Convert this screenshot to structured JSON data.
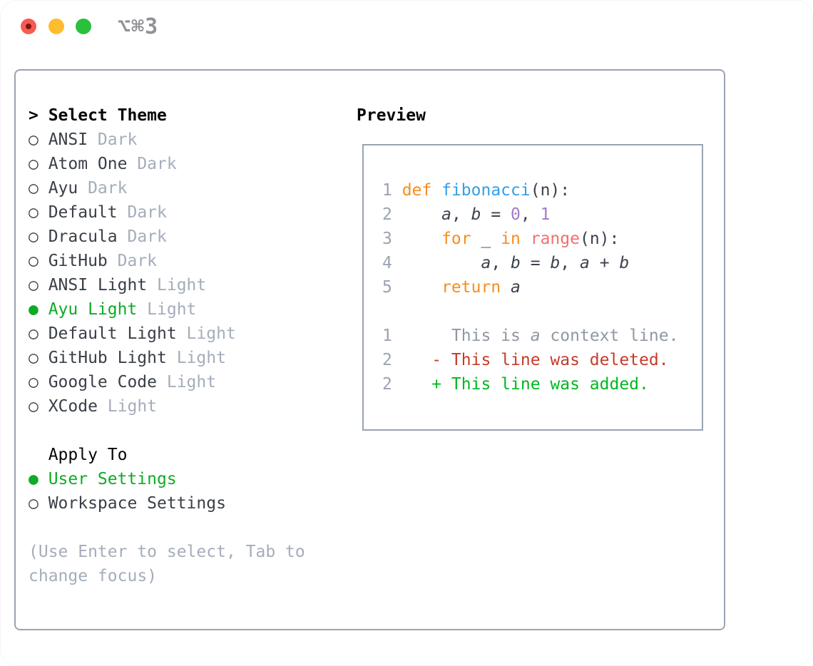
{
  "titlebar": {
    "shortcut": "⌥⌘3",
    "buttons": [
      "close",
      "minimize",
      "zoom"
    ]
  },
  "theme_list": {
    "header_marker": ">",
    "header": "Select Theme",
    "markers": {
      "selected": "●",
      "unselected": "○"
    },
    "items": [
      {
        "label": "ANSI",
        "variant": "Dark",
        "selected": false
      },
      {
        "label": "Atom One",
        "variant": "Dark",
        "selected": false
      },
      {
        "label": "Ayu",
        "variant": "Dark",
        "selected": false
      },
      {
        "label": "Default",
        "variant": "Dark",
        "selected": false
      },
      {
        "label": "Dracula",
        "variant": "Dark",
        "selected": false
      },
      {
        "label": "GitHub",
        "variant": "Dark",
        "selected": false
      },
      {
        "label": "ANSI Light",
        "variant": "Light",
        "selected": false
      },
      {
        "label": "Ayu Light",
        "variant": "Light",
        "selected": true
      },
      {
        "label": "Default Light",
        "variant": "Light",
        "selected": false
      },
      {
        "label": "GitHub Light",
        "variant": "Light",
        "selected": false
      },
      {
        "label": "Google Code",
        "variant": "Light",
        "selected": false
      },
      {
        "label": "XCode",
        "variant": "Light",
        "selected": false
      }
    ]
  },
  "apply_to": {
    "header": "Apply To",
    "options": [
      {
        "label": "User Settings",
        "selected": true
      },
      {
        "label": "Workspace Settings",
        "selected": false
      }
    ]
  },
  "hint_lines": [
    "(Use Enter to select, Tab to",
    "change focus)"
  ],
  "preview": {
    "header": "Preview",
    "lines": [
      {
        "num": "1",
        "segments": [
          {
            "t": "def",
            "c": "kw"
          },
          {
            "t": " "
          },
          {
            "t": "fibonacci",
            "c": "fn"
          },
          {
            "t": "(n):"
          }
        ]
      },
      {
        "num": "2",
        "segments": [
          {
            "t": "    "
          },
          {
            "t": "a",
            "i": 1
          },
          {
            "t": ", "
          },
          {
            "t": "b",
            "i": 1
          },
          {
            "t": " = "
          },
          {
            "t": "0",
            "c": "num"
          },
          {
            "t": ", "
          },
          {
            "t": "1",
            "c": "num"
          }
        ]
      },
      {
        "num": "3",
        "segments": [
          {
            "t": "    "
          },
          {
            "t": "for",
            "c": "kw"
          },
          {
            "t": " _ "
          },
          {
            "t": "in",
            "c": "kw"
          },
          {
            "t": " "
          },
          {
            "t": "range",
            "c": "call"
          },
          {
            "t": "(n):"
          }
        ]
      },
      {
        "num": "4",
        "segments": [
          {
            "t": "        "
          },
          {
            "t": "a",
            "i": 1
          },
          {
            "t": ", "
          },
          {
            "t": "b",
            "i": 1
          },
          {
            "t": " = "
          },
          {
            "t": "b",
            "i": 1
          },
          {
            "t": ", "
          },
          {
            "t": "a",
            "i": 1
          },
          {
            "t": " + "
          },
          {
            "t": "b",
            "i": 1
          }
        ]
      },
      {
        "num": "5",
        "segments": [
          {
            "t": "    "
          },
          {
            "t": "return",
            "c": "kw"
          },
          {
            "t": " "
          },
          {
            "t": "a",
            "i": 1
          }
        ]
      },
      {
        "num": "",
        "segments": []
      },
      {
        "num": "1",
        "segments": [
          {
            "t": "     ",
            "c": "ctx"
          },
          {
            "t": "This is ",
            "c": "ctx"
          },
          {
            "t": "a",
            "c": "ctx",
            "i": 1
          },
          {
            "t": " context line.",
            "c": "ctx"
          }
        ]
      },
      {
        "num": "2",
        "segments": [
          {
            "t": "   ",
            "c": "del"
          },
          {
            "t": "- This line was deleted.",
            "c": "del"
          }
        ]
      },
      {
        "num": "2",
        "segments": [
          {
            "t": "   ",
            "c": "add"
          },
          {
            "t": "+ This line was added.",
            "c": "add"
          }
        ]
      }
    ]
  },
  "colors": {
    "border_gray": "#9aa3b1",
    "text_dark": "#3a3f47",
    "heading_black": "#060607",
    "muted_gray": "#a4adba",
    "selection_green": "#0eab27",
    "keyword_orange": "#f78d1e",
    "function_blue": "#339fe8",
    "builtin_coral": "#f0716f",
    "number_purple": "#a37acc",
    "context_gray": "#8f98a4",
    "deleted_red": "#c53b2b",
    "added_green": "#00b81f",
    "line_number_gray": "#9aa3b1",
    "code_fg": "#3c424c",
    "shortcut_gray": "#8f9196",
    "traffic_red": "#f65b52",
    "traffic_red_dot": "#7e150f",
    "traffic_yellow": "#fdbd2f",
    "traffic_green": "#2ac03c"
  }
}
